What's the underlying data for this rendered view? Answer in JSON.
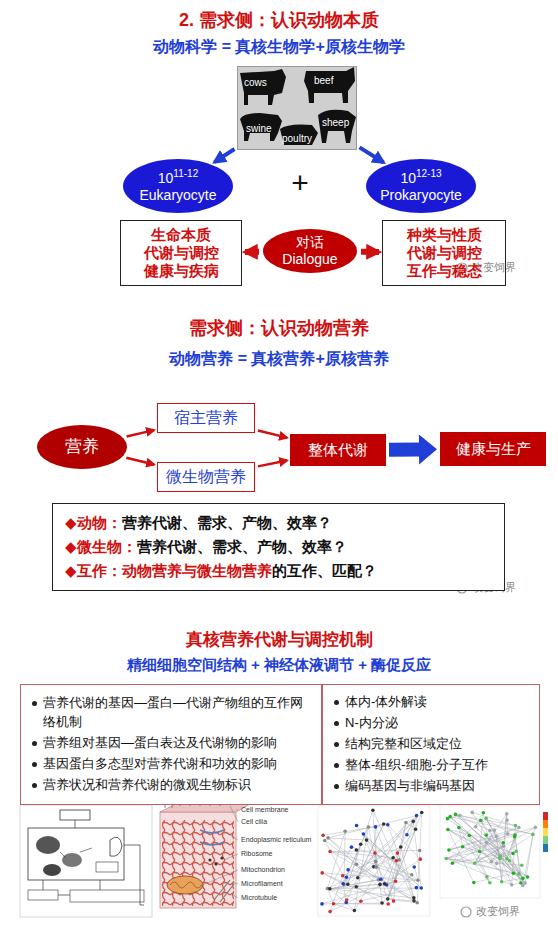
{
  "diagram": {
    "title": "2. 需求侧：认识动物本质",
    "nodes": [
      {
        "text": [
          "cows",
          "beef",
          "swine",
          "poultry",
          "sheep"
        ]
      },
      {
        "text": [
          "10",
          "11-12",
          "Eukaryocyte"
        ]
      },
      {
        "text": [
          "10",
          "12-13",
          "Prokaryocyte"
        ]
      },
      {
        "text": [
          "生命本质 代谢与调控 健康与疾病"
        ]
      },
      {
        "text": [
          "对话",
          "Dialogue"
        ]
      },
      {
        "text": [
          "种类与性质 代谢与调控 互作与稳态"
        ]
      },
      {
        "text": [
          "营养"
        ]
      },
      {
        "text": [
          "宿主营养"
        ]
      },
      {
        "text": [
          "微生物营养"
        ]
      },
      {
        "text": [
          "整体代谢"
        ]
      },
      {
        "text": [
          "健康与生产"
        ]
      },
      {
        "text": [
          "◆动物：",
          "营养代谢、需求、产物、效率？",
          "◆微生物：",
          "营养代谢、需求、产物、效率？",
          "◆互作：",
          "动物营养与微生物营养",
          "的互作、匹配？"
        ]
      },
      {
        "text": [
          "营养代谢的基因—蛋白—代谢产物组的互作网络机制",
          "营养组对基因—蛋白表达及代谢物的影响",
          "基因蛋白多态型对营养代谢和功效的影响",
          "营养状况和营养代谢的微观生物标识"
        ]
      },
      {
        "text": [
          "体内-体外解读",
          "N-内分泌",
          "结构完整和区域定位",
          "整体-组织-细胞-分子互作",
          "编码基因与非编码基因"
        ]
      }
    ],
    "edges": [
      {
        "from": 0,
        "to": 1,
        "arrow": "to"
      },
      {
        "from": 0,
        "to": 2,
        "arrow": "to"
      },
      {
        "from": 4,
        "to": 3,
        "arrow": "to"
      },
      {
        "from": 4,
        "to": 5,
        "arrow": "to"
      },
      {
        "from": 6,
        "to": 7,
        "arrow": "to"
      },
      {
        "from": 6,
        "to": 8,
        "arrow": "to"
      },
      {
        "from": 7,
        "to": 9,
        "arrow": "to"
      },
      {
        "from": 8,
        "to": 9,
        "arrow": "to"
      },
      {
        "from": 9,
        "to": 10,
        "arrow": "to"
      }
    ],
    "labels": [
      "动物科学 = 真核生物学+原核生物学",
      "+",
      "改变饲界",
      "需求侧：认识动物营养",
      "动物营养 = 真核营养+原核营养",
      "改变饲界",
      "真核营养代谢与调控机制",
      "精细细胞空间结构 + 神经体液调节 + 酶促反应",
      "Cell membrane",
      "Cell cilia",
      "Endoplasmic reticulum",
      "Ribosome",
      "Mitochondrion",
      "Microfilament",
      "Microtubule",
      "改变饲界"
    ]
  }
}
